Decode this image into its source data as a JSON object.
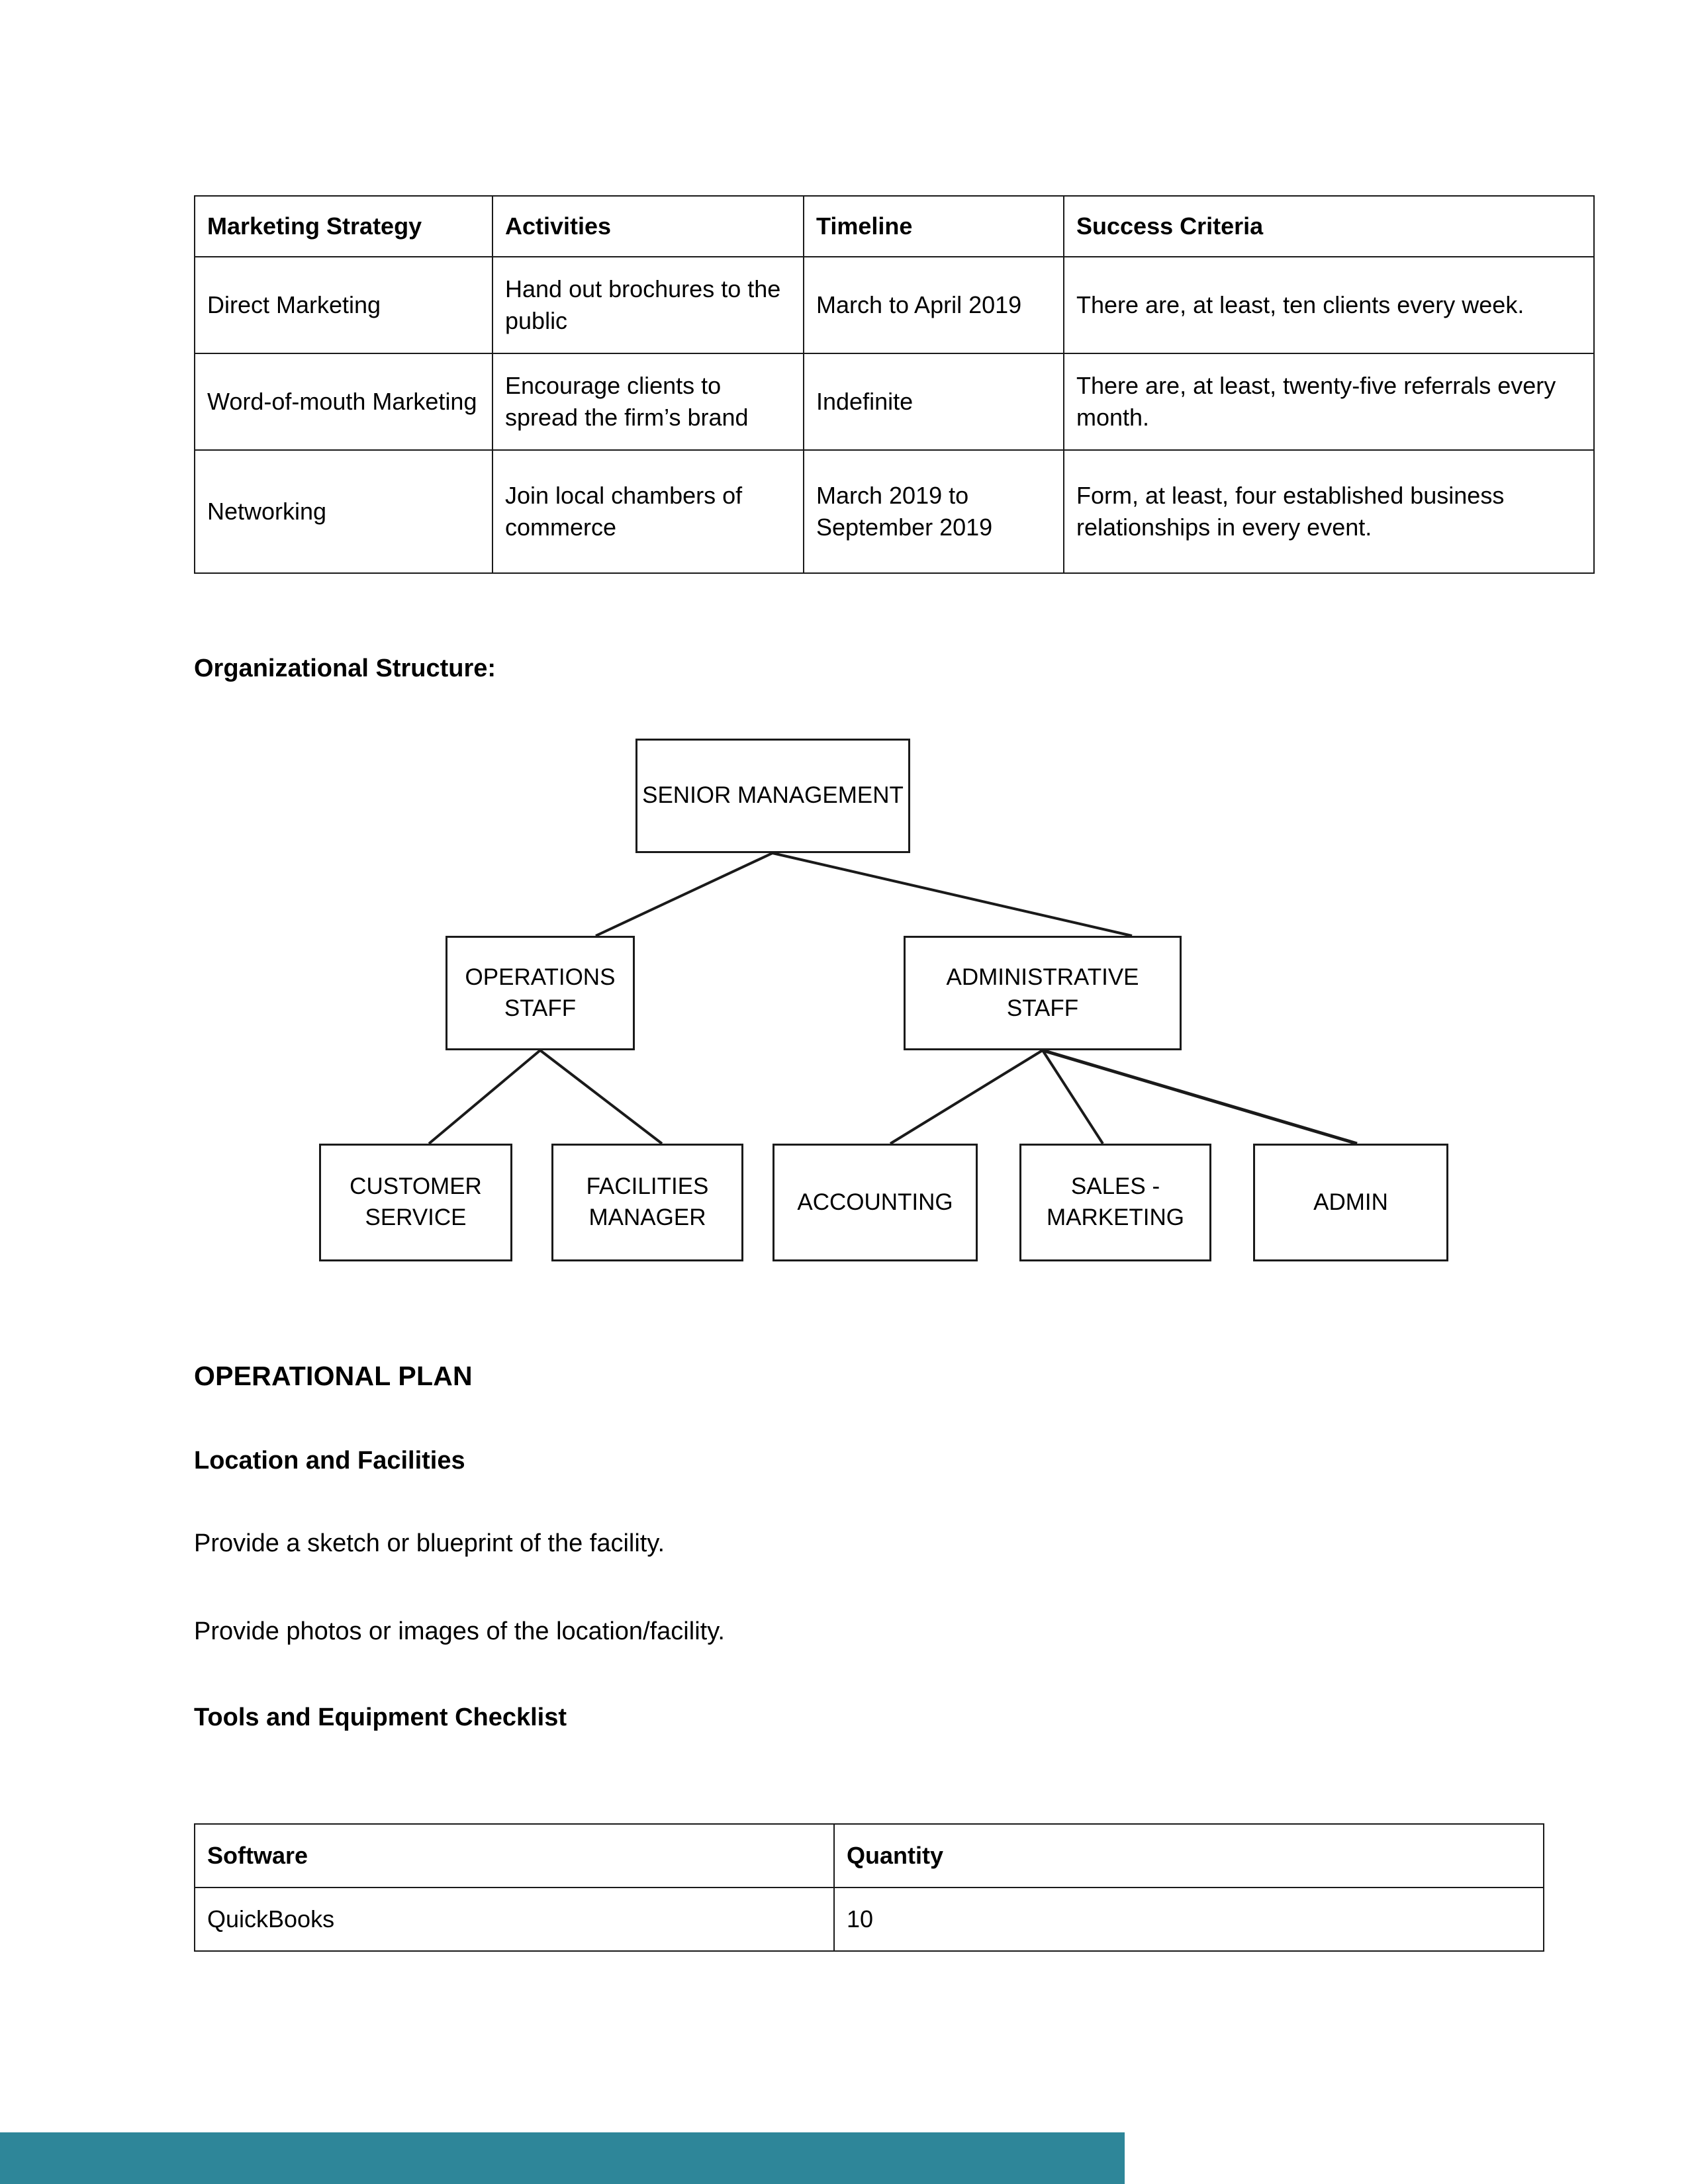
{
  "marketing_table": {
    "headers": [
      "Marketing Strategy",
      "Activities",
      "Timeline",
      "Success Criteria"
    ],
    "rows": [
      {
        "strategy": "Direct Marketing",
        "activities": "Hand out brochures to the public",
        "timeline": "March to April 2019",
        "success": "There are, at least, ten clients every week."
      },
      {
        "strategy": "Word-of-mouth Marketing",
        "activities": "Encourage clients to spread the firm’s brand",
        "timeline": "Indefinite",
        "success": "There are, at least, twenty-five referrals every month."
      },
      {
        "strategy": "Networking",
        "activities": "Join local chambers of commerce",
        "timeline": "March 2019 to September 2019",
        "success": "Form, at least, four established business relationships in every event."
      }
    ]
  },
  "org_section": {
    "heading": "Organizational Structure:",
    "nodes": {
      "senior_management": "SENIOR MANAGEMENT",
      "operations_staff": "OPERATIONS STAFF",
      "administrative_staff": "ADMINISTRATIVE STAFF",
      "customer_service": "CUSTOMER SERVICE",
      "facilities_manager": "FACILITIES MANAGER",
      "accounting": "ACCOUNTING",
      "sales_marketing": "SALES - MARKETING",
      "admin": "ADMIN"
    }
  },
  "operational_plan": {
    "section_title": "OPERATIONAL PLAN",
    "location_heading": "Location and Facilities",
    "paragraph_1": "Provide a sketch or blueprint of the facility.",
    "paragraph_2": "Provide photos or images of the location/facility.",
    "tools_heading": "Tools and Equipment Checklist"
  },
  "software_table": {
    "headers": [
      "Software",
      "Quantity"
    ],
    "rows": [
      {
        "software": "QuickBooks",
        "quantity": "10"
      }
    ]
  },
  "colors": {
    "footer_bar": "#2E8699",
    "table_border": "#1a1a1a",
    "text": "#000000"
  }
}
